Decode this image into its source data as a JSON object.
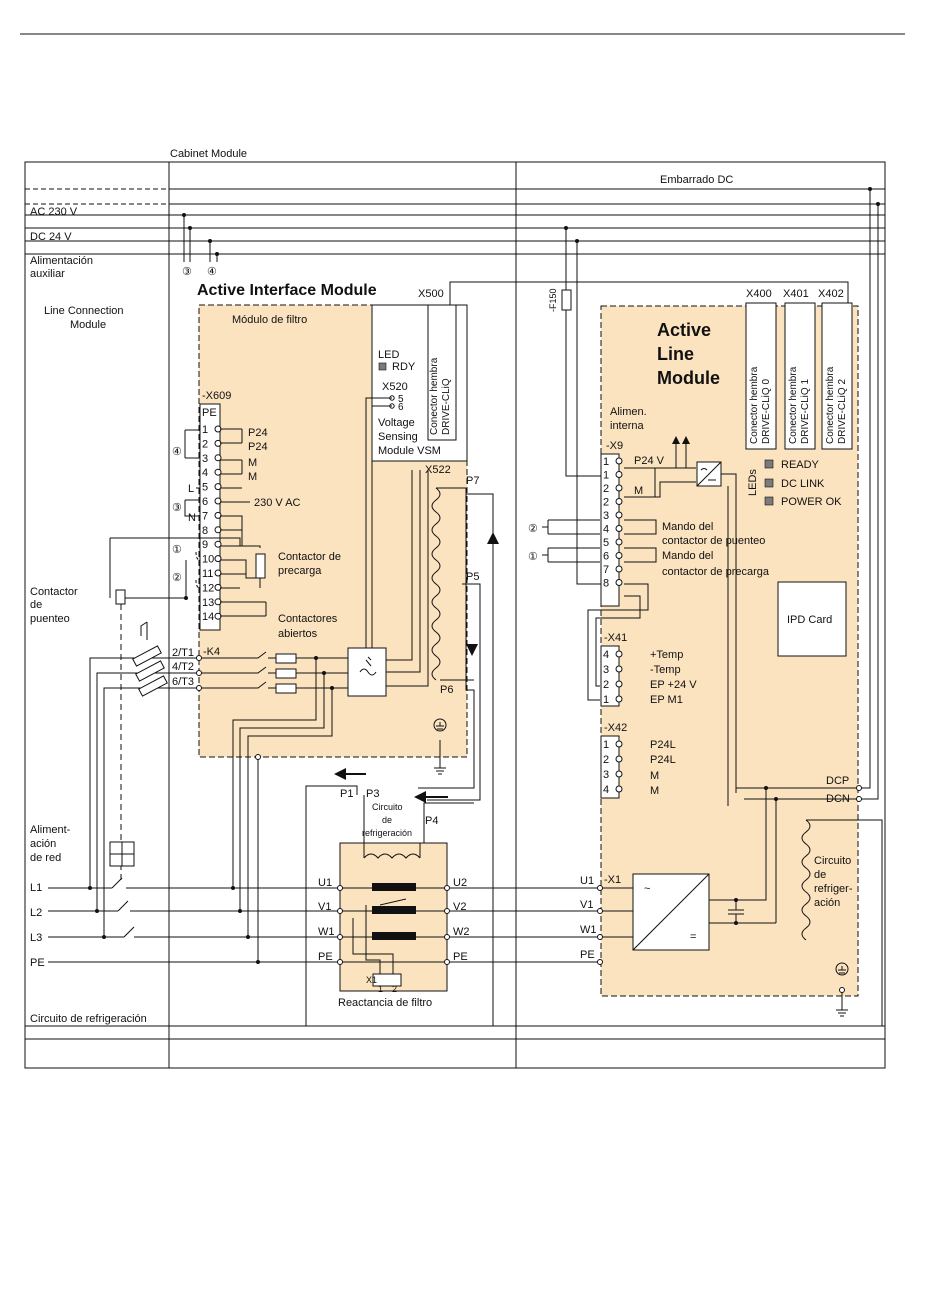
{
  "frame": {
    "cabinet_module": "Cabinet Module",
    "embarrado_dc": "Embarrado DC",
    "ac230": "AC 230 V",
    "dc24": "DC 24 V",
    "aux1": "Alimentación",
    "aux2": "auxiliar",
    "line_conn1": "Line Connection",
    "line_conn2": "Module",
    "circuito_refrig": "Circuito de refrigeración",
    "alim_red": [
      "Aliment-",
      "ación",
      "de red"
    ],
    "contactor_puenteo": [
      "Contactor",
      "de",
      "puenteo"
    ],
    "lines": [
      "L1",
      "L2",
      "L3",
      "PE"
    ],
    "circ3": "③",
    "circ4": "④"
  },
  "aim": {
    "title": "Active Interface Module",
    "filter_module": "Módulo de filtro",
    "x609": "-X609",
    "pe": "PE",
    "terminals": [
      "1",
      "2",
      "3",
      "4",
      "5",
      "6",
      "7",
      "8",
      "9",
      "10",
      "11",
      "12",
      "13",
      "14"
    ],
    "p24_a": "P24",
    "p24_b": "P24",
    "m_a": "M",
    "m_b": "M",
    "ac230": "230 V AC",
    "L": "L",
    "N": "N",
    "circ4": "④",
    "circ3": "③",
    "circ1": "①",
    "circ2": "②",
    "precharge_contactor": [
      "Contactor de",
      "precarga"
    ],
    "open_contactors": [
      "Contactores",
      "abiertos"
    ],
    "k4": "-K4",
    "t_labels": [
      "2/T1",
      "4/T2",
      "6/T3"
    ],
    "x500": "X500",
    "led": "LED",
    "rdy": "RDY",
    "x520": "X520",
    "x520_5": "5",
    "x520_6": "6",
    "vsm": [
      "Voltage",
      "Sensing",
      "Module VSM"
    ],
    "drive_cliq": [
      "Conector hembra",
      "DRIVE-CLiQ"
    ],
    "x522": "X522",
    "p7": "P7",
    "p5": "P5",
    "p6": "P6"
  },
  "reactor": {
    "title": "Reactancia de filtro",
    "p1": "P1",
    "p3": "P3",
    "p4": "P4",
    "cooling": [
      "Circuito",
      "de",
      "refrigeración"
    ],
    "left": [
      "U1",
      "V1",
      "W1",
      "PE"
    ],
    "right": [
      "U2",
      "V2",
      "W2",
      "PE"
    ],
    "x1": "X1",
    "x1_1": "1",
    "x1_2": "2"
  },
  "alm": {
    "title": [
      "Active",
      "Line",
      "Module"
    ],
    "x400": "X400",
    "x401": "X401",
    "x402": "X402",
    "cliq": [
      "Conector hembra",
      "DRIVE-CLiQ 0",
      "Conector hembra",
      "DRIVE-CLiQ 1",
      "Conector hembra",
      "DRIVE-CLiQ 2"
    ],
    "f150": "-F150",
    "alim_interna": [
      "Alimen.",
      "interna"
    ],
    "x9": "-X9",
    "x9_terms": [
      "1",
      "1",
      "2",
      "2",
      "3",
      "4",
      "5",
      "6",
      "7",
      "8"
    ],
    "p24v": "P24 V",
    "m": "M",
    "leds": "LEDs",
    "ready": "READY",
    "dclink": "DC LINK",
    "powerok": "POWER OK",
    "bypass": [
      "Mando del",
      "contactor de puenteo"
    ],
    "precharge": [
      "Mando del",
      "contactor de precarga"
    ],
    "circ2": "②",
    "circ1": "①",
    "ipd": "IPD Card",
    "x41": "-X41",
    "x41_terms": [
      "4",
      "3",
      "2",
      "1"
    ],
    "x41_labels": [
      "+Temp",
      "-Temp",
      "EP +24 V",
      "EP M1"
    ],
    "x42": "-X42",
    "x42_terms": [
      "1",
      "2",
      "3",
      "4"
    ],
    "x42_labels": [
      "P24L",
      "P24L",
      "M",
      "M"
    ],
    "dcp": "DCP",
    "dcn": "DCN",
    "x1": "-X1",
    "phases": [
      "U1",
      "V1",
      "W1",
      "PE"
    ],
    "tilde": "~",
    "eq": "=",
    "cooling": [
      "Circuito",
      "de",
      "refriger-",
      "ación"
    ]
  },
  "colors": {
    "module_fill": "#fbe3c0",
    "led_gray": "#7b7b7b",
    "line": "#111111"
  }
}
